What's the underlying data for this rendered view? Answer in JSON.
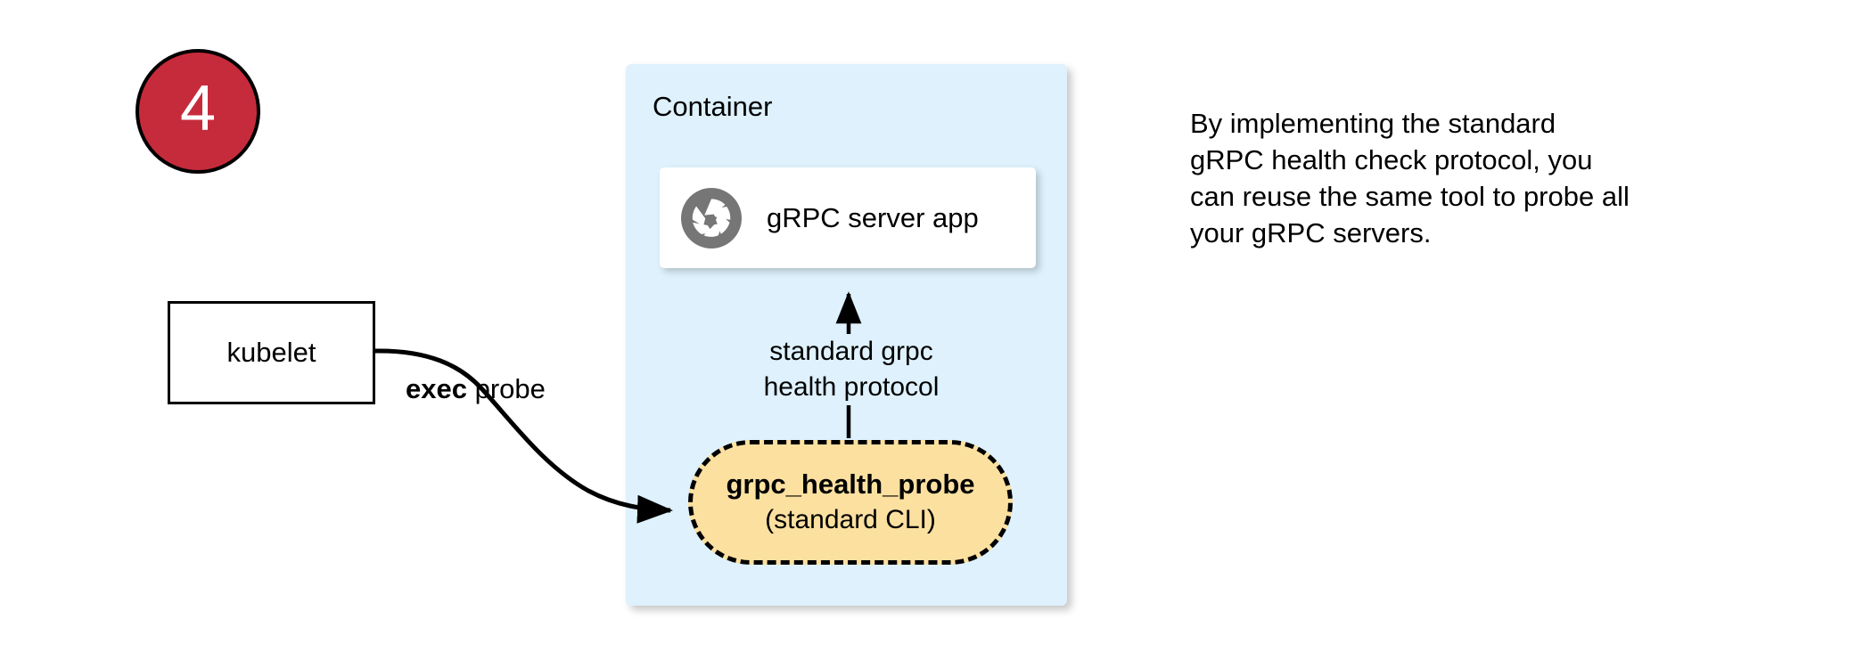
{
  "step": {
    "number": "4",
    "fill_color": "#c62b3c",
    "stroke_color": "#000000",
    "text_color": "#ffffff"
  },
  "container": {
    "label": "Container",
    "fill_color": "#def1fc"
  },
  "server_card": {
    "label": "gRPC server app",
    "icon": "grpc-aperture-icon",
    "icon_color": "#767676",
    "fill_color": "#ffffff"
  },
  "kubelet": {
    "label": "kubelet",
    "fill_color": "#ffffff",
    "stroke_color": "#000000"
  },
  "edges": {
    "exec_probe": {
      "label_bold": "exec",
      "label_rest": " probe"
    },
    "health_protocol": {
      "line1": "standard grpc",
      "line2": "health protocol"
    }
  },
  "probe_pill": {
    "title": "grpc_health_probe",
    "subtitle": "(standard CLI)",
    "fill_color": "#fbe0a0",
    "stroke_color": "#000000",
    "stroke_style": "dashed"
  },
  "side_note": {
    "line1": "By implementing the standard",
    "line2": "gRPC health check protocol, you",
    "line3": "can reuse the same tool to probe all",
    "line4": "your gRPC servers."
  }
}
